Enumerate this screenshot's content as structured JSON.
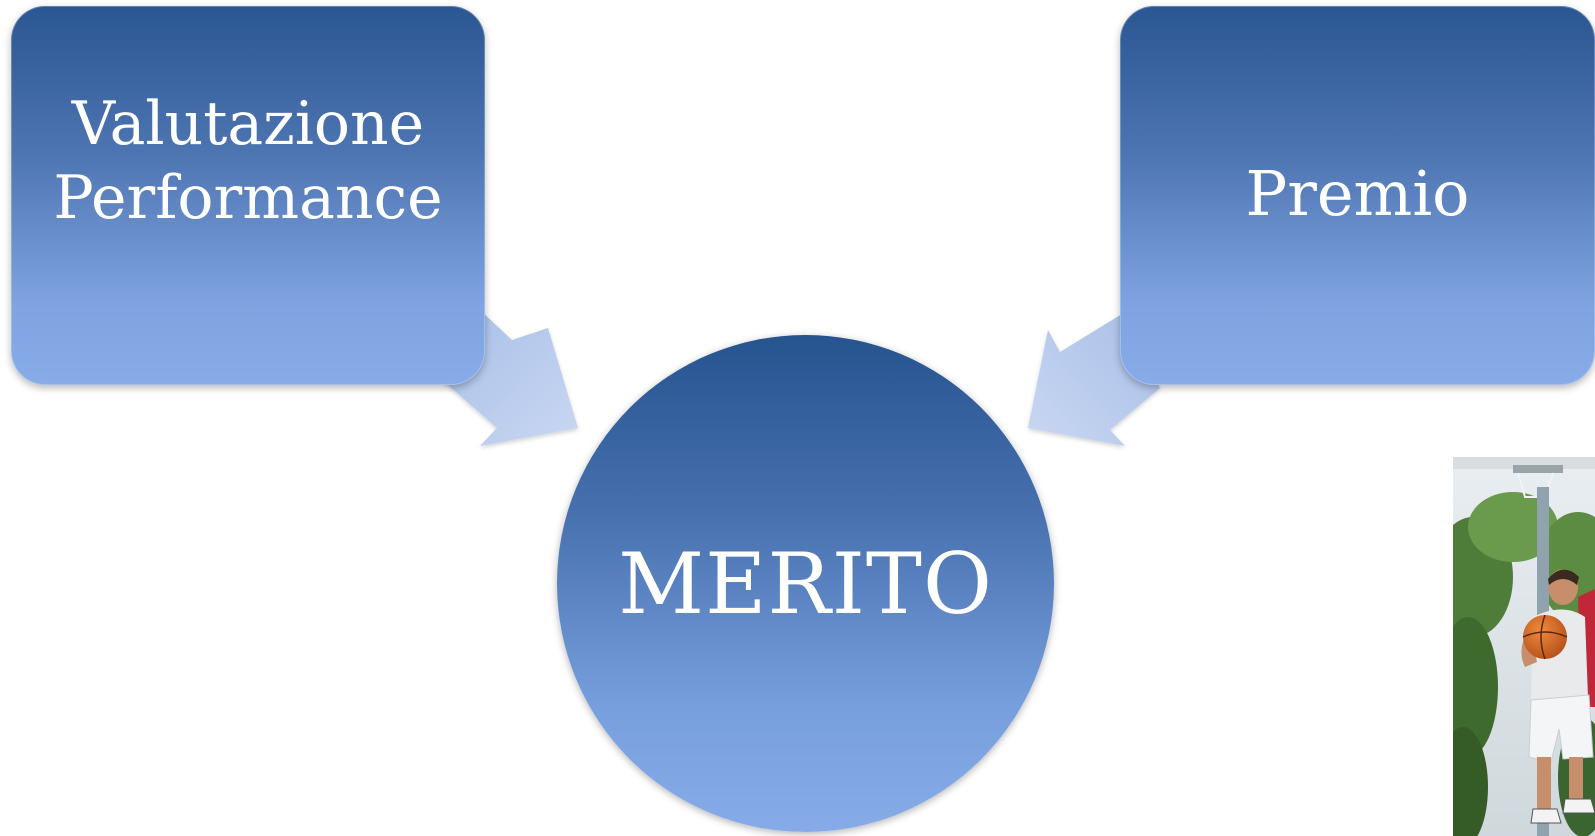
{
  "diagram": {
    "nodes": {
      "evaluation": {
        "line1": "Valutazione",
        "line2": "Performance"
      },
      "reward": {
        "label": "Premio"
      },
      "merit": {
        "label": "MERITO"
      }
    },
    "edges": [
      {
        "from": "evaluation",
        "to": "merit"
      },
      {
        "from": "reward",
        "to": "merit"
      }
    ]
  },
  "colors": {
    "node_top": "#2a5692",
    "node_bottom": "#87ace8",
    "arrow": "#b7c9ec",
    "text": "#ffffff"
  },
  "image": {
    "subject": "basketball-player-photo"
  }
}
